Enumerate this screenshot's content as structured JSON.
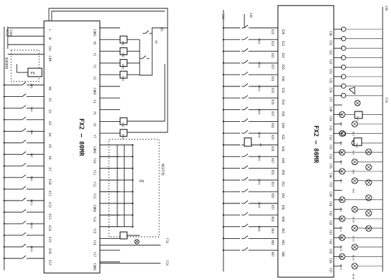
{
  "left": {
    "plc_model": "FX2 — 80MR",
    "supply_labels": [
      "AC26",
      "220V"
    ],
    "power_terms": [
      "L",
      "N",
      "24+",
      "COM"
    ],
    "box_label": "FX",
    "side_note": "急停按钮",
    "inputs": [
      "X0",
      "X1",
      "X2",
      "X3",
      "X4",
      "X5",
      "X6",
      "X7",
      "X10",
      "X11",
      "X12",
      "X13",
      "X14",
      "X15",
      "X16",
      "X17"
    ],
    "input_switch_labels": [
      "SB1",
      "SB2",
      "SB3",
      "SB4",
      "SB5",
      "SB6",
      "SB7",
      "SB8",
      "SB9",
      "SB10",
      "SB11",
      "SB12",
      "SB13",
      "SB14",
      "SB15",
      "SB16"
    ],
    "outputs": [
      "COM1",
      "Y0",
      "Y1",
      "Y2",
      "Y3",
      "COM2",
      "Y4",
      "Y5",
      "Y6",
      "Y7",
      "COM3",
      "Y10",
      "Y11",
      "Y12",
      "Y13",
      "COM4",
      "Y14",
      "Y15",
      "Y16",
      "Y17",
      "COM5"
    ],
    "output_loads": [
      "KM1",
      "KM2",
      "KM3",
      "KM4",
      "KM5"
    ],
    "loads_mid": [
      "KA1",
      "KA2"
    ],
    "block_label": "P4",
    "bus_note": "指示灯组",
    "bus_tags": [
      "F24",
      "F24"
    ],
    "small_labels": [
      "AY",
      "SQ1",
      "SQ2",
      "SA",
      "FR",
      "HL"
    ]
  },
  "right": {
    "plc_model": "FX2 — 80MR",
    "top_labels": [
      "24V",
      "24V",
      "24V"
    ],
    "inputs": [
      "X20",
      "X21",
      "X22",
      "X23",
      "X24",
      "X25",
      "X26",
      "X27",
      "X30",
      "X31",
      "X32",
      "X33",
      "X34",
      "X35",
      "X36",
      "X37",
      "X40",
      "X41",
      "X42",
      "X43",
      "X44",
      "X45",
      "X46",
      "X47",
      "X50",
      "X51",
      "X52",
      "X53",
      "X54",
      "X55",
      "X56",
      "X57",
      "X60",
      "X61",
      "X62",
      "X63",
      "X64",
      "X65",
      "X66",
      "X67"
    ],
    "input_switch_labels": [
      "SB21",
      "SB22",
      "SB23",
      "SB24",
      "SB25",
      "SB26",
      "SB27",
      "SB28",
      "SB29",
      "SB30",
      "SB31",
      "SB32",
      "SB33",
      "SB34",
      "SB35",
      "SB36",
      "SB37",
      "SB38"
    ],
    "outputs": [
      "Y20",
      "Y21",
      "Y22",
      "Y23",
      "Y24",
      "Y25",
      "Y26",
      "Y27",
      "COM",
      "Y30",
      "Y31",
      "Y32",
      "Y33",
      "Y34",
      "Y35",
      "Y36",
      "Y37",
      "COM",
      "Y40",
      "Y41",
      "Y42",
      "Y43",
      "Y44",
      "Y45",
      "Y46",
      "Y47"
    ],
    "lamp_labels": [
      "HL1",
      "HL2",
      "HL3",
      "HL4",
      "HL5",
      "HL6",
      "HL7",
      "HL8",
      "HL9",
      "HL10",
      "HL11",
      "HL12",
      "HL13",
      "HL14",
      "HL15",
      "HL16"
    ],
    "relay_labels": [
      "KA1",
      "KA2",
      "KT"
    ],
    "bus_tag": "F24"
  }
}
